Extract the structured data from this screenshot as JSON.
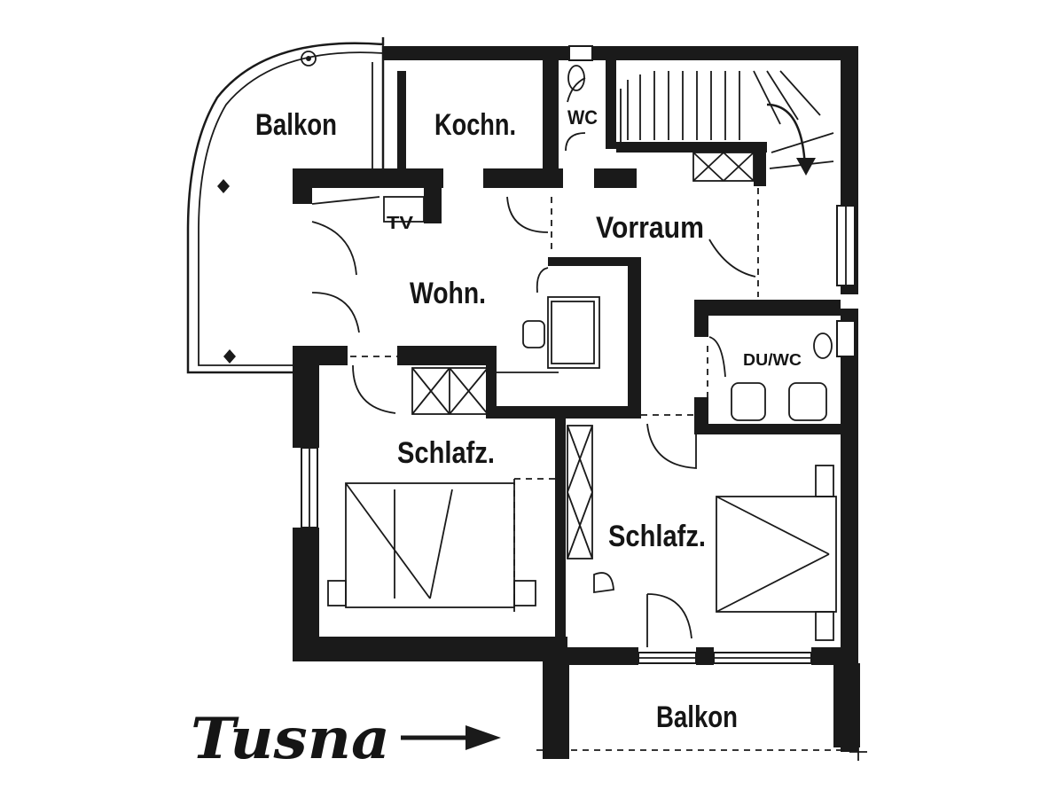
{
  "rooms": {
    "balkon_top": "Balkon",
    "kochnische": "Kochn.",
    "wc": "WC",
    "tv": "TV",
    "vorraum": "Vorraum",
    "wohnzimmer": "Wohn.",
    "du_wc": "DU/WC",
    "schlafzimmer_left": "Schlafz.",
    "schlafzimmer_right": "Schlafz.",
    "balkon_bottom": "Balkon"
  },
  "street": {
    "name": "Tusna",
    "arrow": "→"
  }
}
